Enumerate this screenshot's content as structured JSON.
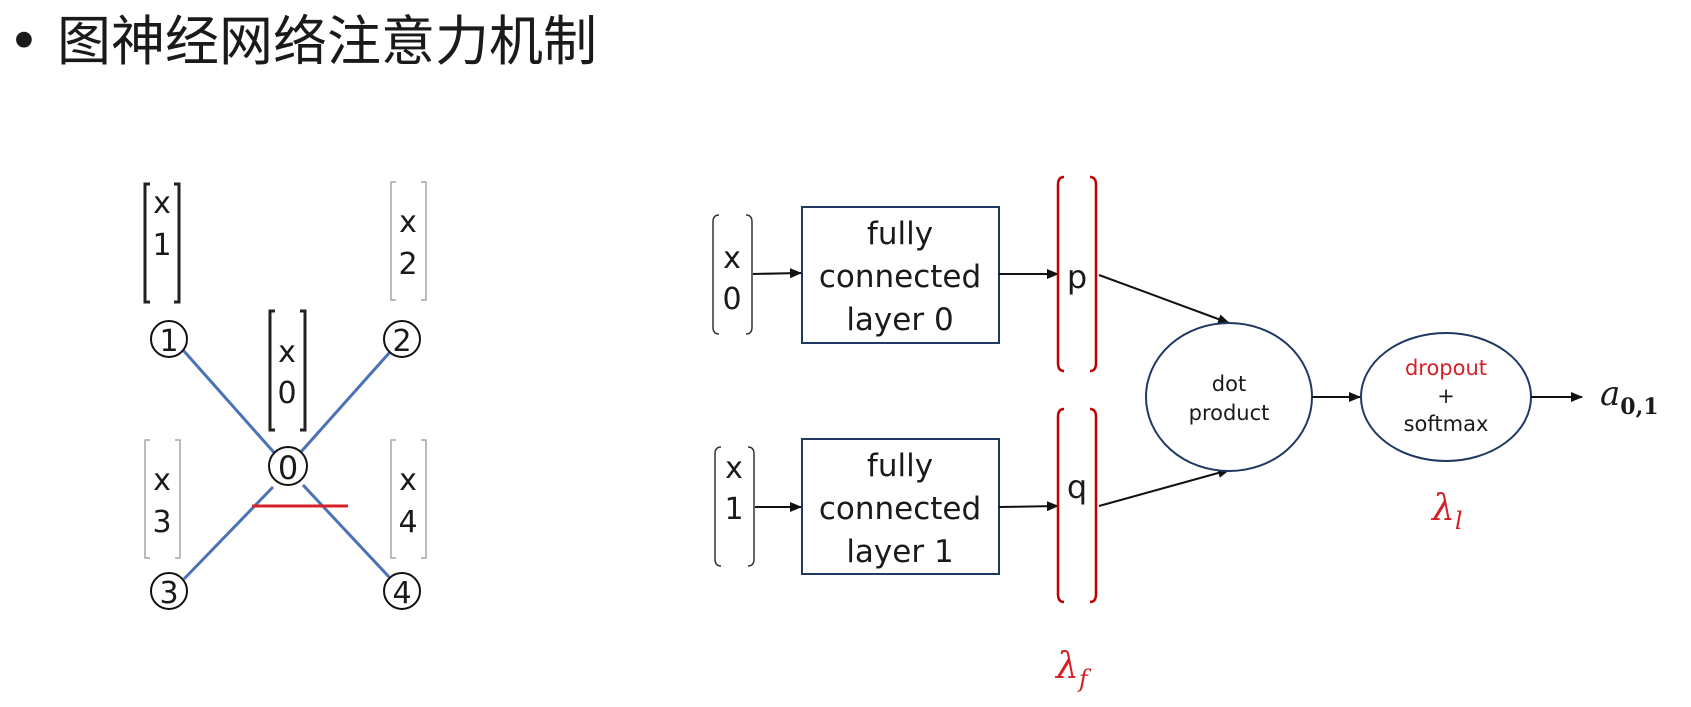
{
  "title": "• 图神经网络注意力机制",
  "colors": {
    "edge": "#4a72b8",
    "highlight": "#d42127",
    "box_border": "#1f3864",
    "bracket_gray": "#a6a6a6",
    "bracket_dark": "#222222",
    "text": "#1a1a1a"
  },
  "graph": {
    "center_node": "0",
    "nodes": [
      "1",
      "2",
      "3",
      "4"
    ],
    "vectors": {
      "x0": [
        "x",
        "0"
      ],
      "x1": [
        "x",
        "1"
      ],
      "x2": [
        "x",
        "2"
      ],
      "x3": [
        "x",
        "3"
      ],
      "x4": [
        "x",
        "4"
      ]
    }
  },
  "pipeline": {
    "input0": [
      "x",
      "0"
    ],
    "input1": [
      "x",
      "1"
    ],
    "fc0_lines": [
      "fully",
      "connected",
      "layer 0"
    ],
    "fc1_lines": [
      "fully",
      "connected",
      "layer 1"
    ],
    "p_label": "p",
    "q_label": "q",
    "dot_lines": [
      "dot",
      "product"
    ],
    "drop_lines": [
      "dropout",
      "+",
      "softmax"
    ],
    "lambda_f": {
      "main": "λ",
      "sub": "f"
    },
    "lambda_l": {
      "main": "λ",
      "sub": "l"
    },
    "output": {
      "main": "a",
      "sub": "0,1"
    }
  }
}
